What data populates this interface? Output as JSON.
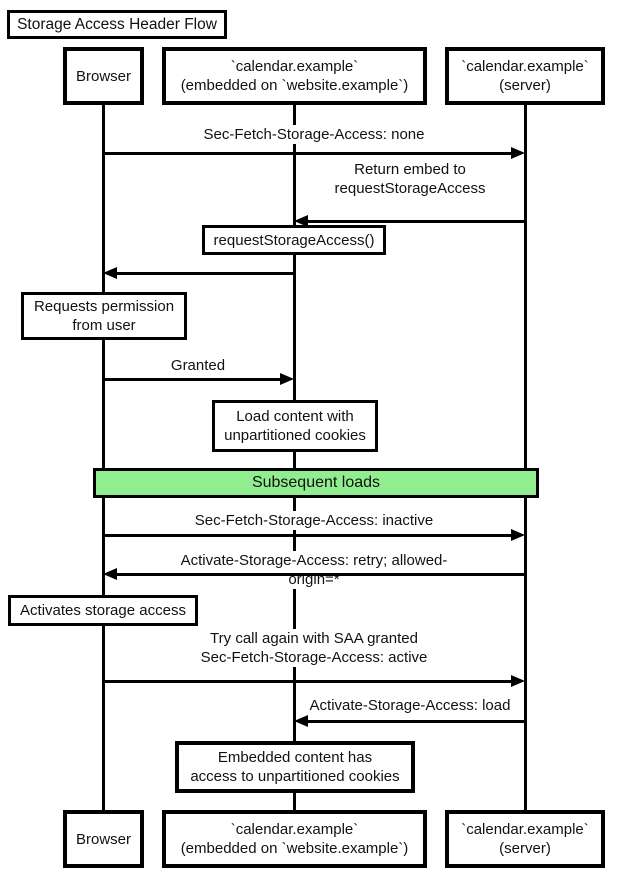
{
  "title": "Storage Access Header Flow",
  "participants": {
    "browser": "Browser",
    "embed": "`calendar.example`\n(embedded on `website.example`)",
    "server": "`calendar.example`\n(server)"
  },
  "messages": [
    {
      "label": "Sec-Fetch-Storage-Access: none",
      "from": "browser",
      "to": "server"
    },
    {
      "label": "Return embed to\nrequestStorageAccess",
      "from": "server",
      "to": "embed"
    },
    {
      "label": "",
      "from": "embed",
      "to": "browser"
    },
    {
      "label": "Granted",
      "from": "browser",
      "to": "embed"
    },
    {
      "label": "Sec-Fetch-Storage-Access: inactive",
      "from": "browser",
      "to": "server"
    },
    {
      "label": "Activate-Storage-Access: retry; allowed-origin=*",
      "from": "server",
      "to": "browser"
    },
    {
      "label": "Try call again with SAA granted\nSec-Fetch-Storage-Access: active",
      "from": "browser",
      "to": "server"
    },
    {
      "label": "Activate-Storage-Access: load",
      "from": "server",
      "to": "embed"
    }
  ],
  "notes": [
    {
      "label": "requestStorageAccess()",
      "over": "embed"
    },
    {
      "label": "Requests permission\nfrom user",
      "over": "browser"
    },
    {
      "label": "Load content with\nunpartitioned cookies",
      "over": "embed"
    },
    {
      "label": "Activates storage access",
      "over": "browser"
    },
    {
      "label": "Embedded content has\naccess to unpartitioned cookies",
      "over": "embed"
    }
  ],
  "band": {
    "label": "Subsequent loads"
  },
  "colors": {
    "line": "#000000",
    "fill": "#ffffff",
    "band_fill": "#90ee90",
    "text": "#111111"
  }
}
